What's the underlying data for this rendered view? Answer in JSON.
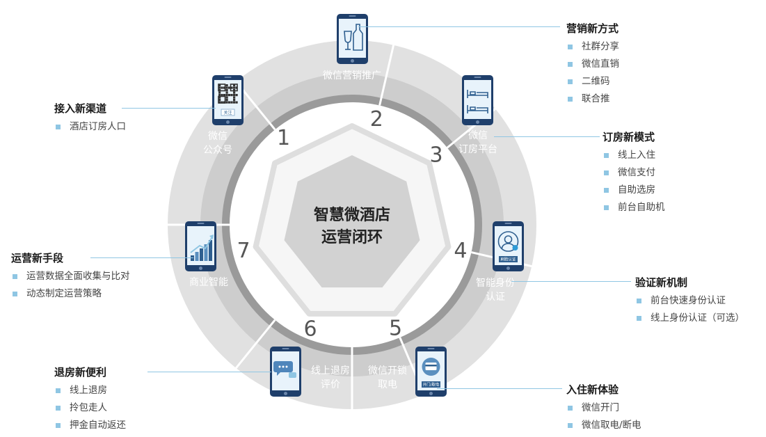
{
  "center": {
    "line1": "智慧微酒店",
    "line2": "运营闭环"
  },
  "segments": [
    {
      "number": "1",
      "label1": "微信",
      "label2": "公众号"
    },
    {
      "number": "2",
      "label1": "微信营销推广",
      "label2": ""
    },
    {
      "number": "3",
      "label1": "微信",
      "label2": "订房平台"
    },
    {
      "number": "4",
      "label1": "智能身份",
      "label2": "认证"
    },
    {
      "number": "5",
      "label1": "微信开锁",
      "label2": "取电"
    },
    {
      "number": "6",
      "label1": "线上退房",
      "label2": "评价"
    },
    {
      "number": "7",
      "label1": "商业智能",
      "label2": ""
    }
  ],
  "phone_icons": {
    "qr_button": "关注",
    "id_button": "刷脸认证",
    "card_button": "开门/取电"
  },
  "panels": {
    "marketing": {
      "title": "营销新方式",
      "items": [
        "社群分享",
        "微信直销",
        "二维码",
        "联合推"
      ]
    },
    "channel": {
      "title": "接入新渠道",
      "items": [
        "酒店订房人口"
      ]
    },
    "booking": {
      "title": "订房新模式",
      "items": [
        "线上入住",
        "微信支付",
        "自助选房",
        "前台自助机"
      ]
    },
    "operations": {
      "title": "运营新手段",
      "items": [
        "运营数据全面收集与比对",
        "动态制定运营策略"
      ]
    },
    "verify": {
      "title": "验证新机制",
      "items": [
        "前台快速身份认证",
        "线上身份认证（可选）"
      ]
    },
    "checkout": {
      "title": "退房新便利",
      "items": [
        "线上退房",
        "拎包走人",
        "押金自动返还"
      ]
    },
    "checkin": {
      "title": "入住新体验",
      "items": [
        "微信开门",
        "微信取电/断电"
      ]
    }
  },
  "colors": {
    "outer_ring": "#e1e1e1",
    "middle_ring": "#cdcdcd",
    "inner_ring": "#9a9a9a",
    "accent": "#8fc6e3",
    "phone": "#1f3f6b",
    "screen": "#e8f3fb",
    "heptagon_outer": "#dedede",
    "heptagon_inner": "#d2d2d2"
  }
}
